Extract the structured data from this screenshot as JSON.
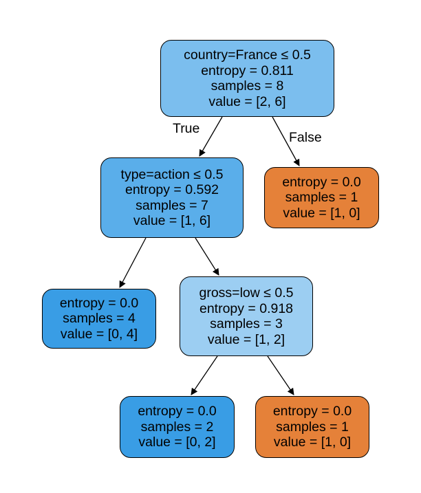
{
  "colors": {
    "edge": "#000000",
    "border": "#000000",
    "text": "#000000"
  },
  "nodes": [
    {
      "id": "n0",
      "fill": "#7bbeee",
      "lines": [
        "country=France ≤ 0.5",
        "entropy = 0.811",
        "samples = 8",
        "value = [2, 6]"
      ]
    },
    {
      "id": "n1",
      "fill": "#5aaeea",
      "lines": [
        "type=action ≤ 0.5",
        "entropy = 0.592",
        "samples = 7",
        "value = [1, 6]"
      ]
    },
    {
      "id": "n2",
      "fill": "#399de5",
      "lines": [
        "entropy = 0.0",
        "samples = 4",
        "value = [0, 4]"
      ]
    },
    {
      "id": "n3",
      "fill": "#9ccef2",
      "lines": [
        "gross=low ≤ 0.5",
        "entropy = 0.918",
        "samples = 3",
        "value = [1, 2]"
      ]
    },
    {
      "id": "n4",
      "fill": "#399de5",
      "lines": [
        "entropy = 0.0",
        "samples = 2",
        "value = [0, 2]"
      ]
    },
    {
      "id": "n5",
      "fill": "#e58139",
      "lines": [
        "entropy = 0.0",
        "samples = 1",
        "value = [1, 0]"
      ]
    },
    {
      "id": "n6",
      "fill": "#e58139",
      "lines": [
        "entropy = 0.0",
        "samples = 1",
        "value = [1, 0]"
      ]
    }
  ],
  "edges": [
    {
      "from": "n0",
      "to": "n1",
      "label": "True"
    },
    {
      "from": "n1",
      "to": "n2",
      "label": ""
    },
    {
      "from": "n1",
      "to": "n3",
      "label": ""
    },
    {
      "from": "n3",
      "to": "n4",
      "label": ""
    },
    {
      "from": "n3",
      "to": "n5",
      "label": ""
    },
    {
      "from": "n0",
      "to": "n6",
      "label": "False"
    }
  ]
}
